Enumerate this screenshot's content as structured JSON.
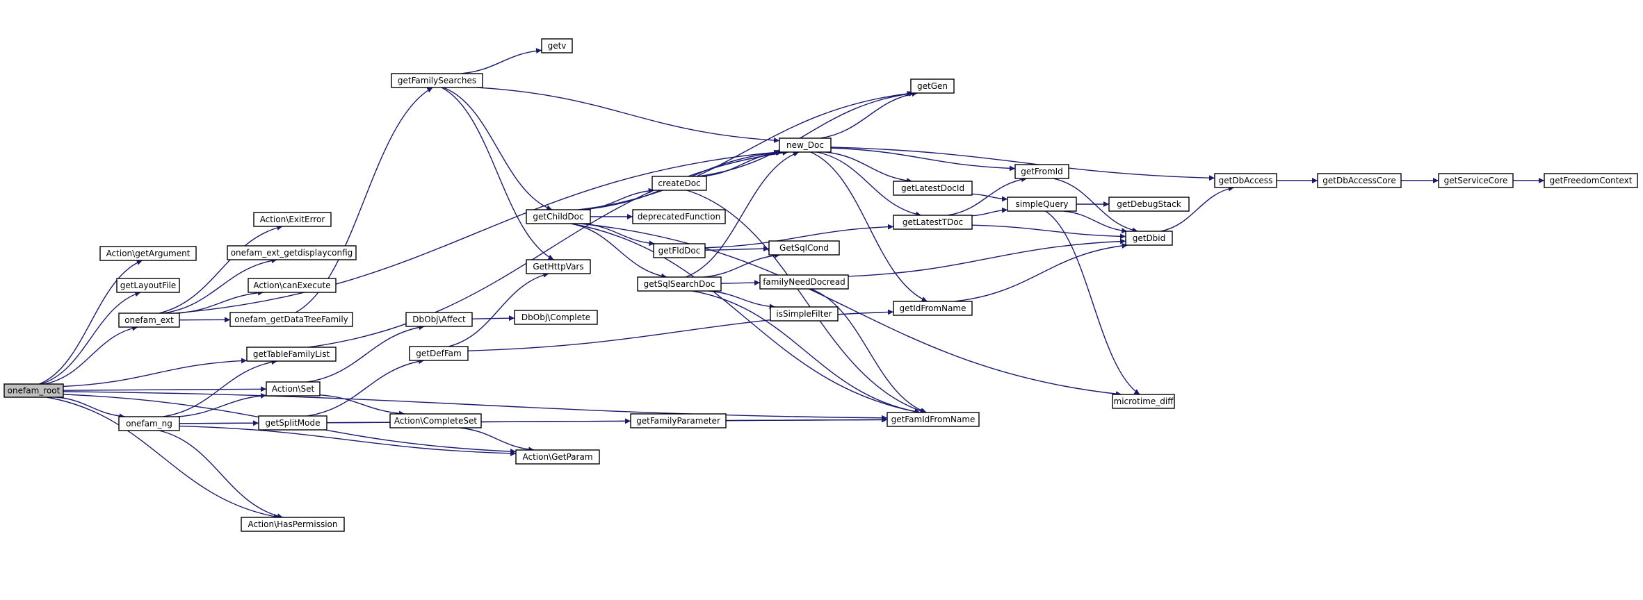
{
  "colors": {
    "edge": "#191970",
    "node_border": "#000000",
    "node_fill": "#ffffff",
    "root_fill": "#bfbfbf",
    "background": "#ffffff"
  },
  "diagram": {
    "kind": "call-graph",
    "nodes": [
      {
        "id": "onefam_root",
        "label": "onefam_root",
        "root": true
      },
      {
        "id": "action_getargument",
        "label": "Action\\getArgument"
      },
      {
        "id": "getlayoutfile",
        "label": "getLayoutFile"
      },
      {
        "id": "onefam_ext",
        "label": "onefam_ext"
      },
      {
        "id": "gettablefamilylist",
        "label": "getTableFamilyList"
      },
      {
        "id": "action_set",
        "label": "Action\\Set"
      },
      {
        "id": "onefam_ng",
        "label": "onefam_ng"
      },
      {
        "id": "action_haspermission",
        "label": "Action\\HasPermission"
      },
      {
        "id": "action_getparam",
        "label": "Action\\GetParam"
      },
      {
        "id": "getfamidfromname",
        "label": "getFamIdFromName"
      },
      {
        "id": "action_exiterror",
        "label": "Action\\ExitError"
      },
      {
        "id": "onefam_ext_getdisplayconfig",
        "label": "onefam_ext_getdisplayconfig"
      },
      {
        "id": "action_canexecute",
        "label": "Action\\canExecute"
      },
      {
        "id": "onefam_getdatatreefamily",
        "label": "onefam_getDataTreeFamily"
      },
      {
        "id": "new_doc",
        "label": "new_Doc"
      },
      {
        "id": "dbobj_affect",
        "label": "DbObj\\Affect"
      },
      {
        "id": "action_completeset",
        "label": "Action\\CompleteSet"
      },
      {
        "id": "getsplitmode",
        "label": "getSplitMode"
      },
      {
        "id": "getdeffam",
        "label": "getDefFam"
      },
      {
        "id": "getfamilyparameter",
        "label": "getFamilyParameter"
      },
      {
        "id": "getfamilysearches",
        "label": "getFamilySearches"
      },
      {
        "id": "getv",
        "label": "getv"
      },
      {
        "id": "getgen",
        "label": "getGen"
      },
      {
        "id": "getchilddoc",
        "label": "getChildDoc"
      },
      {
        "id": "gethttpvars",
        "label": "GetHttpVars"
      },
      {
        "id": "dbobj_complete",
        "label": "DbObj\\Complete"
      },
      {
        "id": "getidfromname",
        "label": "getIdFromName"
      },
      {
        "id": "createdoc",
        "label": "createDoc"
      },
      {
        "id": "deprecatedfunction",
        "label": "deprecatedFunction"
      },
      {
        "id": "getflddoc",
        "label": "getFldDoc"
      },
      {
        "id": "getsqlsearchdoc",
        "label": "getSqlSearchDoc"
      },
      {
        "id": "microtime_diff",
        "label": "microtime_diff"
      },
      {
        "id": "getsqlcond",
        "label": "GetSqlCond"
      },
      {
        "id": "familyneeddocread",
        "label": "familyNeedDocread"
      },
      {
        "id": "issimplefilter",
        "label": "isSimpleFilter"
      },
      {
        "id": "getfromid",
        "label": "getFromId"
      },
      {
        "id": "getlatestdocid",
        "label": "getLatestDocId"
      },
      {
        "id": "getlatesttdoc",
        "label": "getLatestTDoc"
      },
      {
        "id": "getdbaccess",
        "label": "getDbAccess"
      },
      {
        "id": "simplequery",
        "label": "simpleQuery"
      },
      {
        "id": "getdbid",
        "label": "getDbid"
      },
      {
        "id": "getdebugstack",
        "label": "getDebugStack"
      },
      {
        "id": "getdbaccesscore",
        "label": "getDbAccessCore"
      },
      {
        "id": "getservicecore",
        "label": "getServiceCore"
      },
      {
        "id": "getfreedomcontext",
        "label": "getFreedomContext"
      }
    ],
    "edges": [
      [
        "onefam_root",
        "action_getargument"
      ],
      [
        "onefam_root",
        "getlayoutfile"
      ],
      [
        "onefam_root",
        "onefam_ext"
      ],
      [
        "onefam_root",
        "gettablefamilylist"
      ],
      [
        "onefam_root",
        "action_set"
      ],
      [
        "onefam_root",
        "onefam_ng"
      ],
      [
        "onefam_root",
        "action_haspermission"
      ],
      [
        "onefam_root",
        "action_getparam"
      ],
      [
        "onefam_root",
        "getfamidfromname"
      ],
      [
        "onefam_ext",
        "action_exiterror"
      ],
      [
        "onefam_ext",
        "onefam_ext_getdisplayconfig"
      ],
      [
        "onefam_ext",
        "action_canexecute"
      ],
      [
        "onefam_ext",
        "onefam_getdatatreefamily"
      ],
      [
        "onefam_ext",
        "new_doc"
      ],
      [
        "onefam_getdatatreefamily",
        "getfamilysearches"
      ],
      [
        "gettablefamilylist",
        "new_doc"
      ],
      [
        "action_set",
        "dbobj_affect"
      ],
      [
        "action_set",
        "action_completeset"
      ],
      [
        "onefam_ng",
        "gettablefamilylist"
      ],
      [
        "onefam_ng",
        "action_set"
      ],
      [
        "onefam_ng",
        "getsplitmode"
      ],
      [
        "onefam_ng",
        "action_haspermission"
      ],
      [
        "onefam_ng",
        "action_getparam"
      ],
      [
        "onefam_ng",
        "getfamidfromname"
      ],
      [
        "getsplitmode",
        "getdeffam"
      ],
      [
        "getsplitmode",
        "getfamilyparameter"
      ],
      [
        "action_completeset",
        "action_getparam"
      ],
      [
        "dbobj_affect",
        "dbobj_complete"
      ],
      [
        "getdeffam",
        "gethttpvars"
      ],
      [
        "getdeffam",
        "getidfromname"
      ],
      [
        "getfamilyparameter",
        "getfamidfromname"
      ],
      [
        "getfamilysearches",
        "getv"
      ],
      [
        "getfamilysearches",
        "new_doc"
      ],
      [
        "getfamilysearches",
        "getchilddoc"
      ],
      [
        "getfamilysearches",
        "gethttpvars"
      ],
      [
        "getchilddoc",
        "getgen"
      ],
      [
        "getchilddoc",
        "new_doc"
      ],
      [
        "getchilddoc",
        "createdoc"
      ],
      [
        "getchilddoc",
        "deprecatedfunction"
      ],
      [
        "getchilddoc",
        "getflddoc"
      ],
      [
        "getchilddoc",
        "getsqlsearchdoc"
      ],
      [
        "getchilddoc",
        "getfamidfromname"
      ],
      [
        "getchilddoc",
        "microtime_diff"
      ],
      [
        "createdoc",
        "getgen"
      ],
      [
        "createdoc",
        "new_doc"
      ],
      [
        "createdoc",
        "getfamidfromname"
      ],
      [
        "getflddoc",
        "getlatesttdoc"
      ],
      [
        "getflddoc",
        "getsqlcond"
      ],
      [
        "getsqlsearchdoc",
        "new_doc"
      ],
      [
        "getsqlsearchdoc",
        "getsqlcond"
      ],
      [
        "getsqlsearchdoc",
        "familyneeddocread"
      ],
      [
        "getsqlsearchdoc",
        "issimplefilter"
      ],
      [
        "getsqlsearchdoc",
        "getfamidfromname"
      ],
      [
        "familyneeddocread",
        "getdbid"
      ],
      [
        "familyneeddocread",
        "getfamidfromname"
      ],
      [
        "new_doc",
        "getgen"
      ],
      [
        "new_doc",
        "getdbaccess"
      ],
      [
        "new_doc",
        "getfromid"
      ],
      [
        "new_doc",
        "getlatestdocid"
      ],
      [
        "new_doc",
        "getlatesttdoc"
      ],
      [
        "new_doc",
        "getidfromname"
      ],
      [
        "getlatestdocid",
        "simplequery"
      ],
      [
        "getlatesttdoc",
        "getfromid"
      ],
      [
        "getlatesttdoc",
        "simplequery"
      ],
      [
        "getlatesttdoc",
        "getdbid"
      ],
      [
        "getfromid",
        "getdbid"
      ],
      [
        "simplequery",
        "getdebugstack"
      ],
      [
        "simplequery",
        "getdbid"
      ],
      [
        "simplequery",
        "microtime_diff"
      ],
      [
        "getidfromname",
        "getdbid"
      ],
      [
        "getdbid",
        "getdbaccess"
      ],
      [
        "getdbaccess",
        "getdbaccesscore"
      ],
      [
        "getdbaccesscore",
        "getservicecore"
      ],
      [
        "getservicecore",
        "getfreedomcontext"
      ]
    ]
  }
}
